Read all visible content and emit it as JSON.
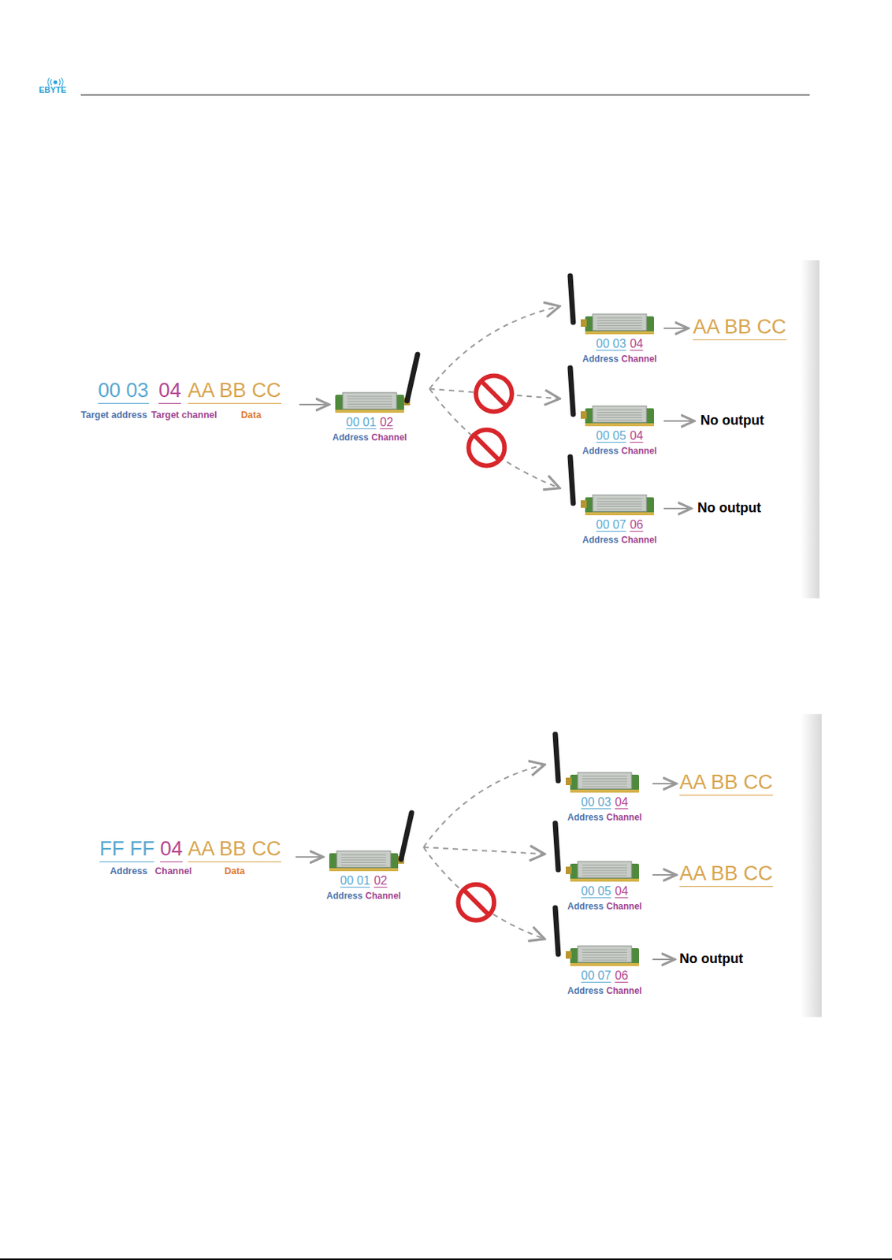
{
  "diagram": {
    "nodes": [
      {
        "text": [
          "00 01",
          "02",
          "Address",
          "Channel"
        ]
      },
      {
        "text": [
          "00 03",
          "04",
          "Address",
          "Channel"
        ]
      },
      {
        "text": [
          "00 05",
          "04",
          "Address",
          "Channel"
        ]
      },
      {
        "text": [
          "00 07",
          "06",
          "Address",
          "Channel"
        ]
      },
      {
        "text": [
          "00 01",
          "02",
          "Address",
          "Channel"
        ]
      },
      {
        "text": [
          "00 03",
          "04",
          "Address",
          "Channel"
        ]
      },
      {
        "text": [
          "00 05",
          "04",
          "Address",
          "Channel"
        ]
      },
      {
        "text": [
          "00 07",
          "06",
          "Address",
          "Channel"
        ]
      }
    ],
    "edges": [
      {
        "from": 0,
        "to": 1,
        "arrow": "to"
      },
      {
        "from": 0,
        "to": 2,
        "arrow": "to"
      },
      {
        "from": 0,
        "to": 3,
        "arrow": "to"
      },
      {
        "from": 4,
        "to": 5,
        "arrow": "to"
      },
      {
        "from": 4,
        "to": 6,
        "arrow": "to"
      },
      {
        "from": 4,
        "to": 7,
        "arrow": "to"
      }
    ],
    "labels": [
      "EBYTE",
      "00 03",
      "04",
      "AA BB CC",
      "Target address",
      "Target channel",
      "Data",
      "AA BB CC",
      "No output",
      "No output",
      "FF FF",
      "04",
      "AA BB CC",
      "Address",
      "Channel",
      "Data",
      "AA BB CC",
      "AA BB CC",
      "No output"
    ]
  }
}
